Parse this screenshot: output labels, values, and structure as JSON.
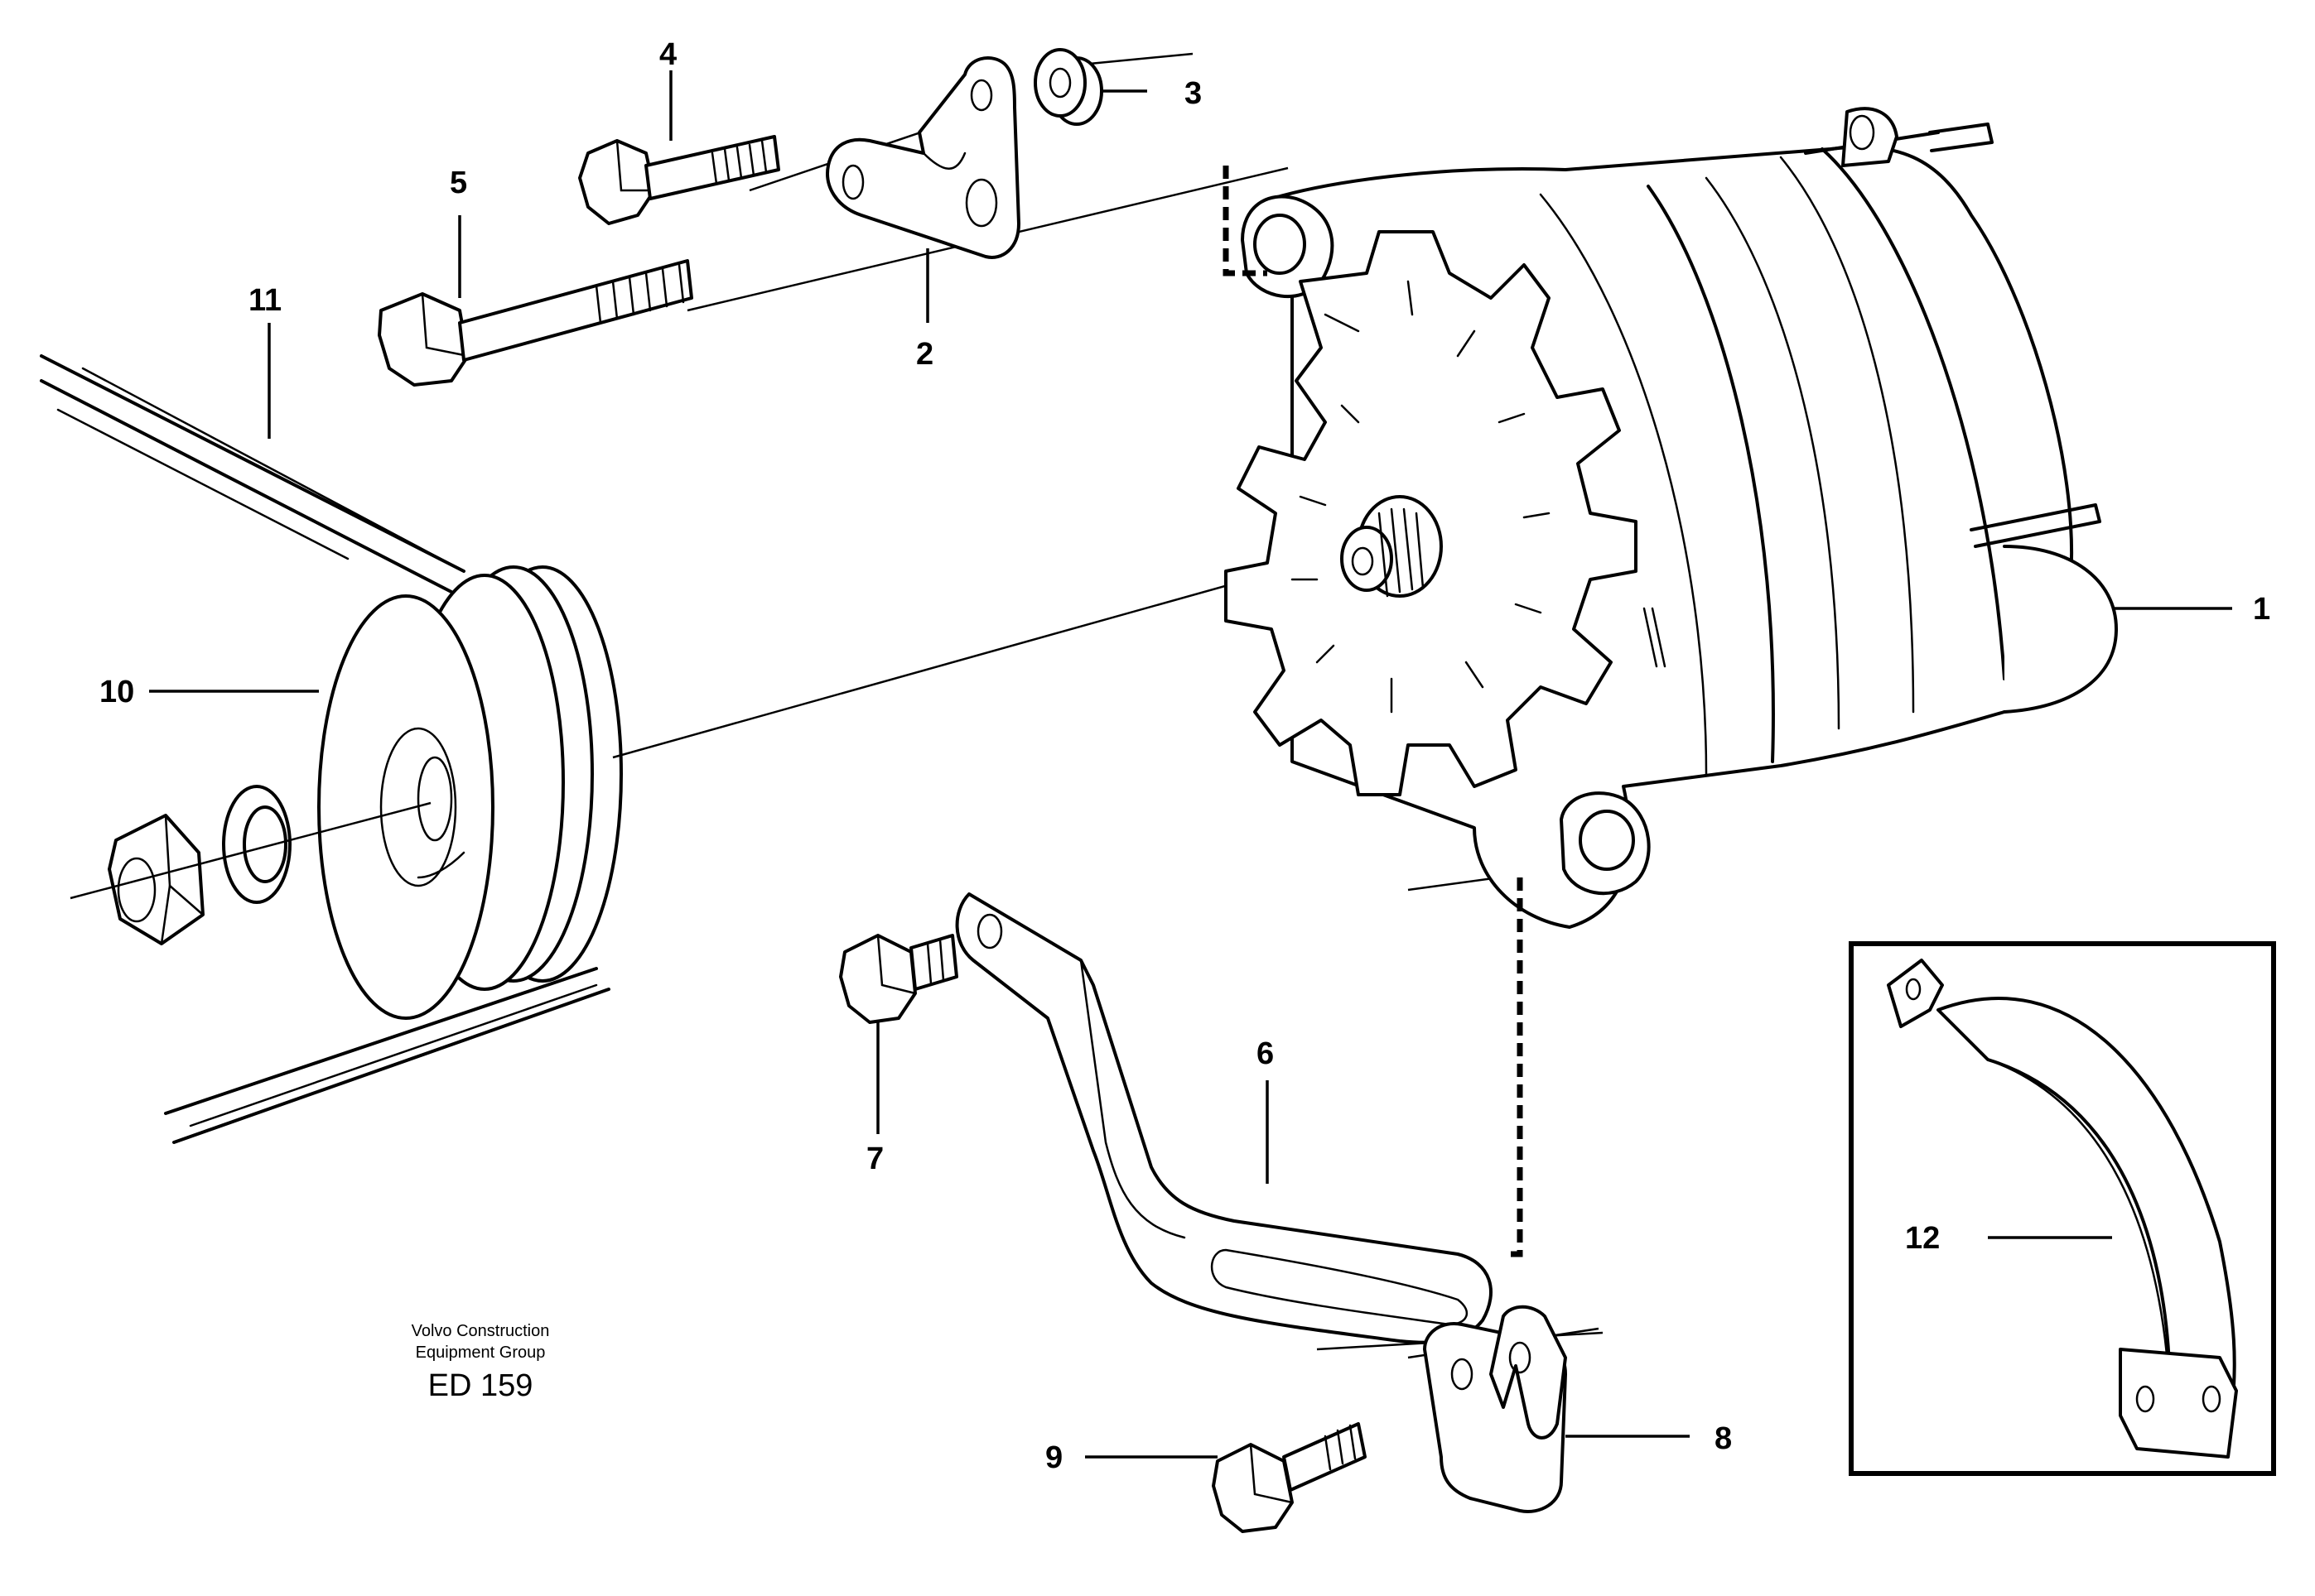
{
  "callouts": {
    "c1": "1",
    "c2": "2",
    "c3": "3",
    "c4": "4",
    "c5": "5",
    "c6": "6",
    "c7": "7",
    "c8": "8",
    "c9": "9",
    "c10": "10",
    "c11": "11",
    "c12": "12"
  },
  "caption": {
    "line1": "Volvo Construction",
    "line2": "Equipment Group",
    "code": "ED 159"
  }
}
